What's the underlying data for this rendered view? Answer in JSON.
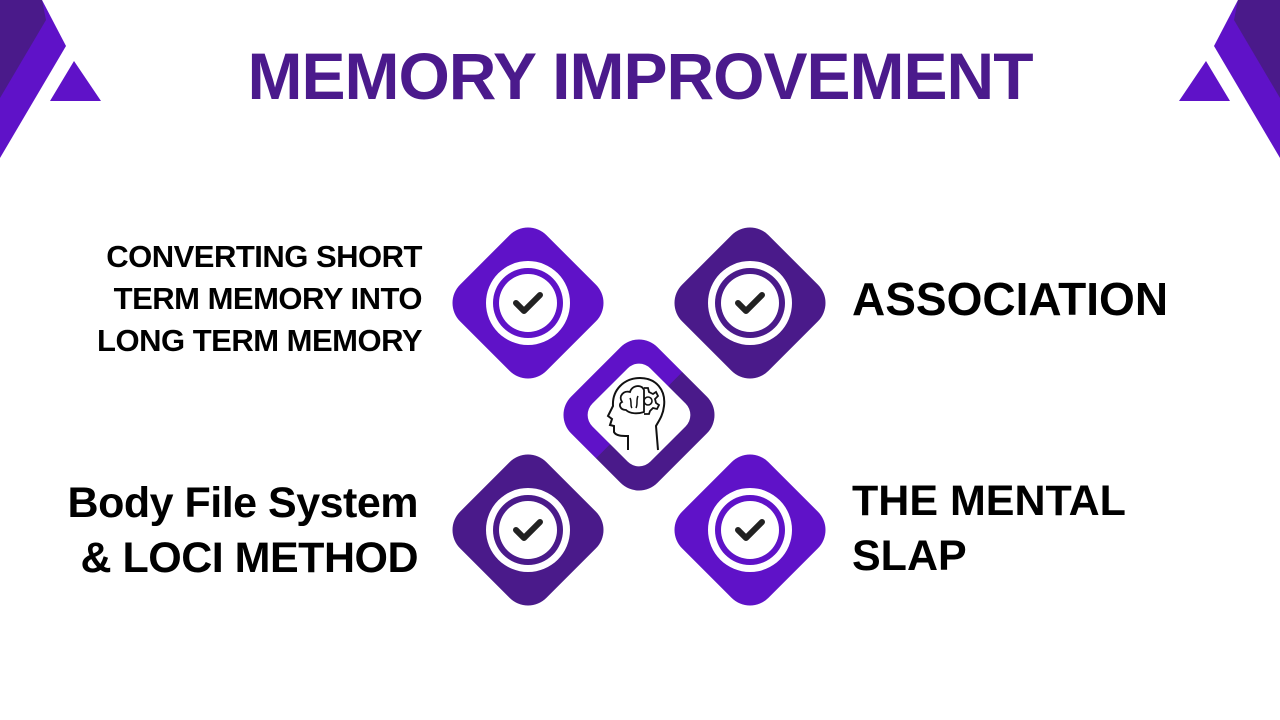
{
  "title": "MEMORY IMPROVEMENT",
  "items": [
    {
      "lines": [
        "CONVERTING SHORT",
        "TERM MEMORY INTO",
        "LONG TERM MEMORY"
      ]
    },
    {
      "lines": [
        "ASSOCIATION"
      ]
    },
    {
      "lines": [
        "Body File System",
        "& LOCI METHOD"
      ]
    },
    {
      "lines": [
        "THE MENTAL",
        "SLAP"
      ]
    }
  ],
  "colors": {
    "primary": "#5f12c8",
    "dark": "#4a1a8a",
    "title": "#4b1a8c"
  }
}
